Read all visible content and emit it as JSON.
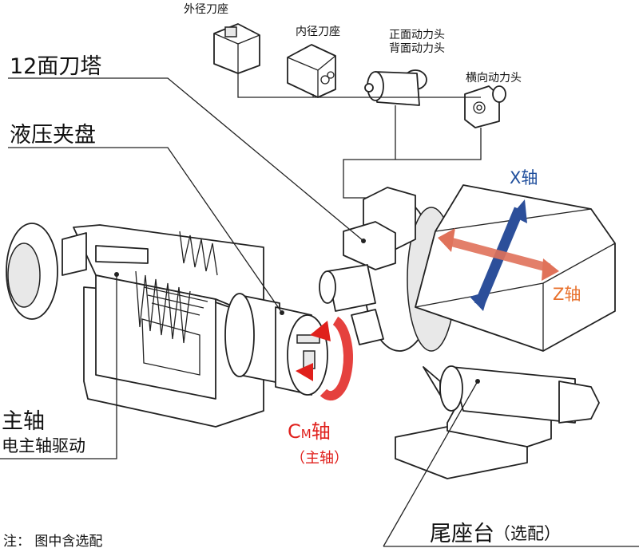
{
  "title_labels": {
    "turret": "12面刀塔",
    "chuck": "液压夹盘",
    "spindle": "主轴",
    "spindle_drive": "电主轴驱动",
    "tailstock": "尾座台",
    "tailstock_note": "（选配）",
    "footnote": "注：  图中含选配"
  },
  "tools": [
    {
      "label": "外径刀座"
    },
    {
      "label": "内径刀座"
    },
    {
      "label": "正面动力头"
    },
    {
      "label": "背面动力头"
    },
    {
      "label": "横向动力头"
    }
  ],
  "axes": {
    "x": {
      "label": "X轴",
      "color": "#1f4e9c"
    },
    "z": {
      "label": "Z轴",
      "color": "#e8712c"
    },
    "cm": {
      "label_main": "C",
      "label_sub": "M",
      "label_suffix": "轴",
      "note": "（主轴）",
      "color": "#e0201c"
    }
  }
}
